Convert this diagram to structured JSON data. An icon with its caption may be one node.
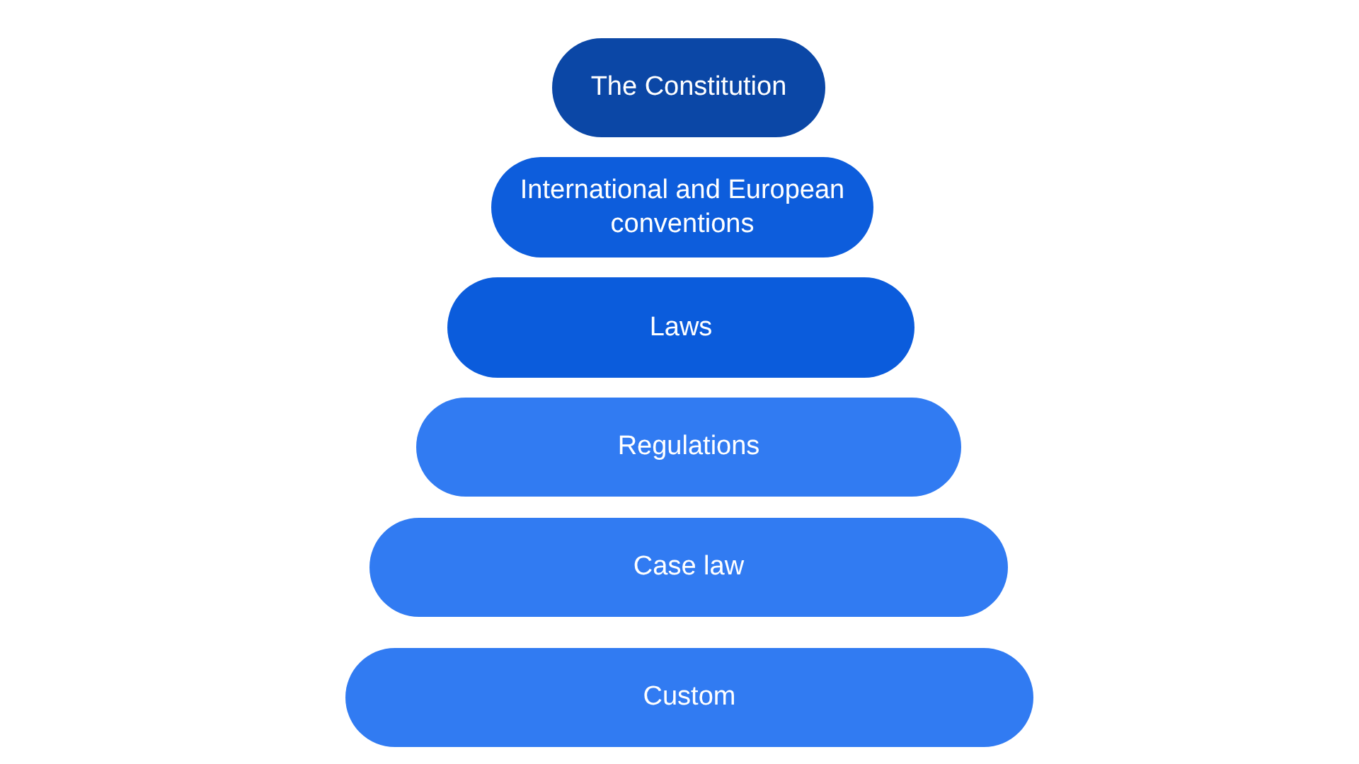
{
  "diagram": {
    "nodes": [
      {
        "text": [
          "The Constitution"
        ]
      },
      {
        "text": [
          "International and European conventions"
        ]
      },
      {
        "text": [
          "Laws"
        ]
      },
      {
        "text": [
          "Regulations"
        ]
      },
      {
        "text": [
          "Case law"
        ]
      },
      {
        "text": [
          "Custom"
        ]
      }
    ]
  }
}
